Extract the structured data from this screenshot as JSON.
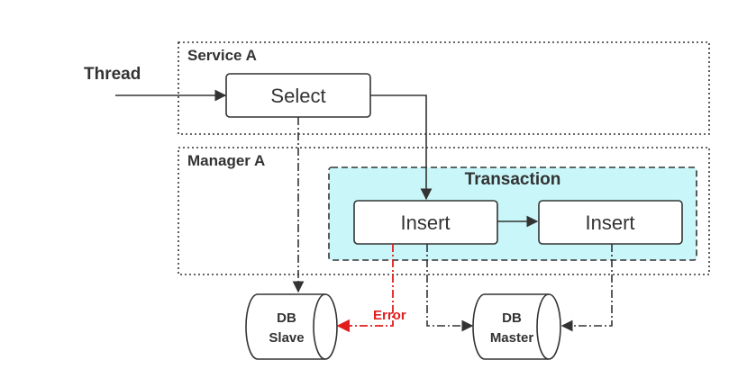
{
  "thread_label": "Thread",
  "service_a": {
    "title": "Service A",
    "select_label": "Select"
  },
  "manager_a": {
    "title": "Manager A",
    "transaction": {
      "title": "Transaction",
      "insert1": "Insert",
      "insert2": "Insert"
    }
  },
  "db_slave": {
    "line1": "DB",
    "line2": "Slave"
  },
  "db_master": {
    "line1": "DB",
    "line2": "Master"
  },
  "error_label": "Error",
  "colors": {
    "transaction_fill": "#c9f7f9",
    "error": "#e21d1d",
    "line": "#333333"
  }
}
